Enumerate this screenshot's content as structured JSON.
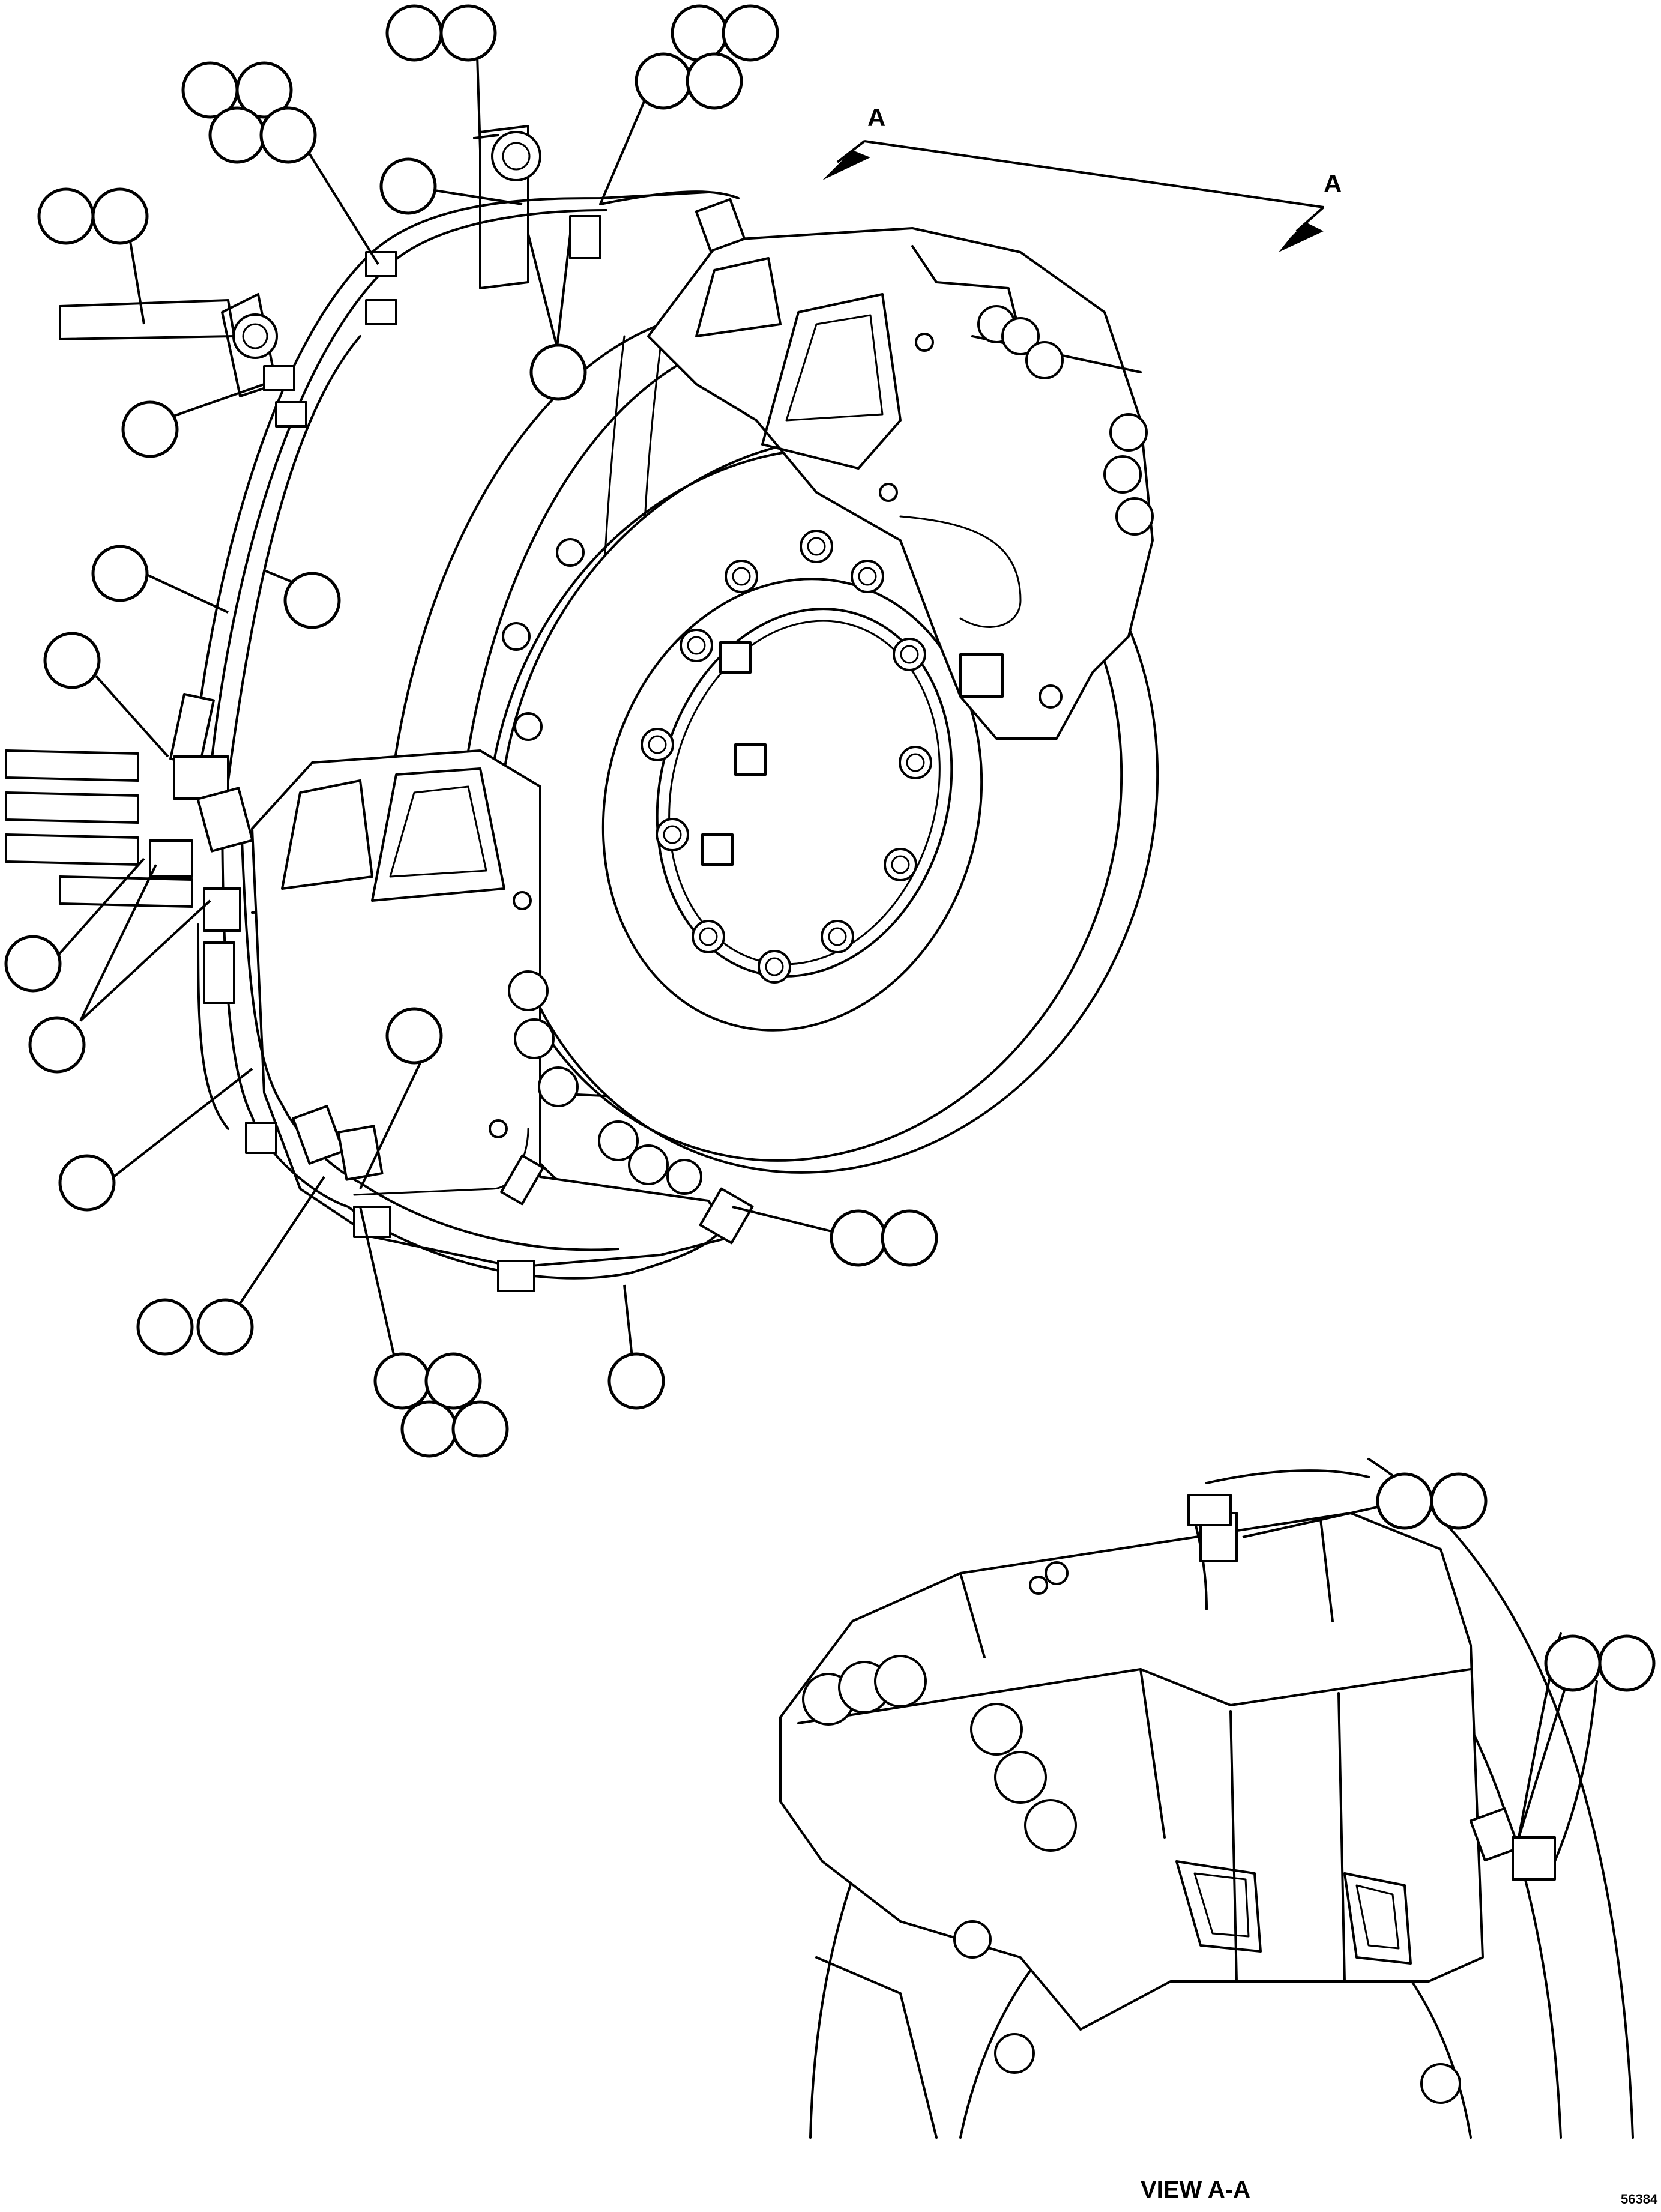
{
  "section_marker": "A",
  "view_caption": "VIEW A-A",
  "sheet_code": "56384",
  "diagram": {
    "subject": "brake disc and caliper assembly with hydraulic brake lines",
    "callout_balloons_blank": true
  }
}
